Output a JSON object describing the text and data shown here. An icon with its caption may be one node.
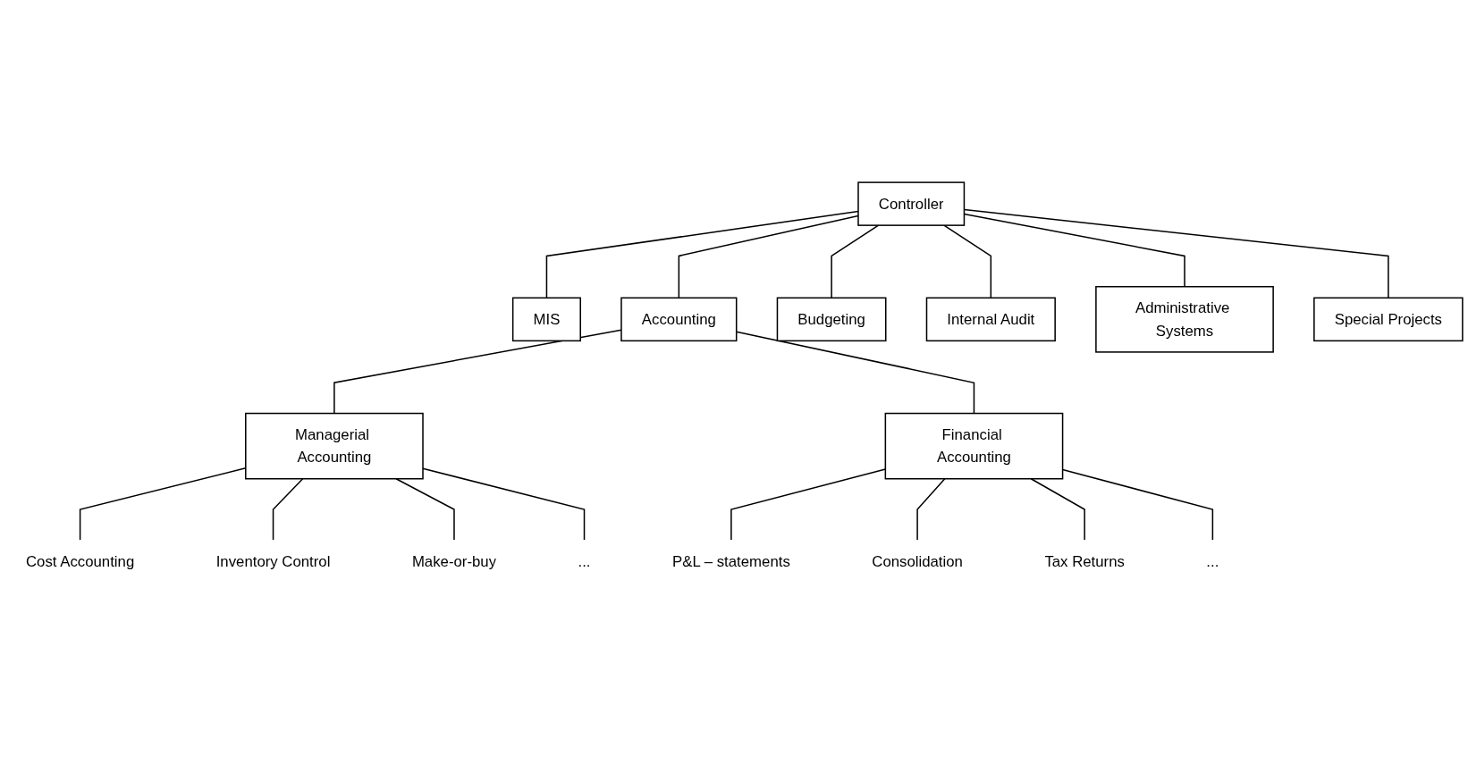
{
  "diagram": {
    "nodes": [
      {
        "text": [
          "Controller"
        ]
      },
      {
        "text": [
          "MIS"
        ]
      },
      {
        "text": [
          "Accounting"
        ]
      },
      {
        "text": [
          "Budgeting"
        ]
      },
      {
        "text": [
          "Internal Audit"
        ]
      },
      {
        "text": [
          "Administrative Systems"
        ]
      },
      {
        "text": [
          "Special Projects"
        ]
      },
      {
        "text": [
          "Managerial Accounting"
        ]
      },
      {
        "text": [
          "Financial Accounting"
        ]
      },
      {
        "text": [
          "Cost Accounting"
        ]
      },
      {
        "text": [
          "Inventory Control"
        ]
      },
      {
        "text": [
          "Make-or-buy"
        ]
      },
      {
        "text": [
          "..."
        ]
      },
      {
        "text": [
          "P&L – statements"
        ]
      },
      {
        "text": [
          "Consolidation"
        ]
      },
      {
        "text": [
          "Tax Returns"
        ]
      },
      {
        "text": [
          "..."
        ]
      }
    ],
    "edges": [
      {
        "from": 0,
        "to": 1,
        "arrow": "none"
      },
      {
        "from": 0,
        "to": 2,
        "arrow": "none"
      },
      {
        "from": 0,
        "to": 3,
        "arrow": "none"
      },
      {
        "from": 0,
        "to": 4,
        "arrow": "none"
      },
      {
        "from": 0,
        "to": 5,
        "arrow": "none"
      },
      {
        "from": 0,
        "to": 6,
        "arrow": "none"
      },
      {
        "from": 2,
        "to": 7,
        "arrow": "none"
      },
      {
        "from": 2,
        "to": 8,
        "arrow": "none"
      },
      {
        "from": 7,
        "to": 9,
        "arrow": "none"
      },
      {
        "from": 7,
        "to": 10,
        "arrow": "none"
      },
      {
        "from": 7,
        "to": 11,
        "arrow": "none"
      },
      {
        "from": 7,
        "to": 12,
        "arrow": "none"
      },
      {
        "from": 8,
        "to": 13,
        "arrow": "none"
      },
      {
        "from": 8,
        "to": 14,
        "arrow": "none"
      },
      {
        "from": 8,
        "to": 15,
        "arrow": "none"
      },
      {
        "from": 8,
        "to": 16,
        "arrow": "none"
      }
    ]
  }
}
